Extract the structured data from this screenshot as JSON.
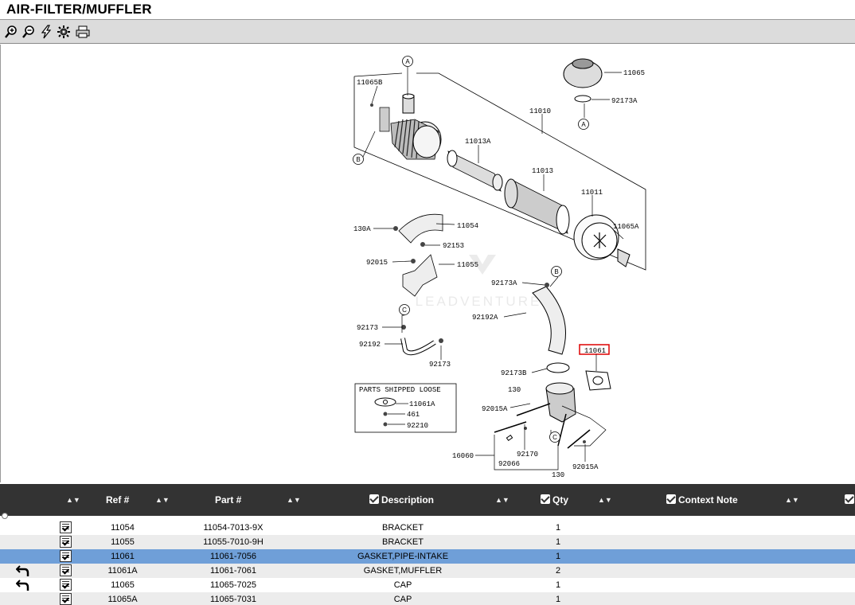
{
  "window": {
    "title": "AIR-FILTER/MUFFLER"
  },
  "toolbar": {
    "buttons": [
      {
        "icon": "zoom-in-icon"
      },
      {
        "icon": "zoom-out-icon"
      },
      {
        "icon": "lightning-icon"
      },
      {
        "icon": "settings-icon"
      },
      {
        "icon": "print-icon"
      }
    ]
  },
  "diagram": {
    "labels": {
      "l11065b": "11065B",
      "l11065": "11065",
      "l92173a_top": "92173A",
      "l11010": "11010",
      "l11013a": "11013A",
      "l11013": "11013",
      "l11011": "11011",
      "l11065a": "11065A",
      "l130a": "130A",
      "l11054": "11054",
      "l92153": "92153",
      "l92015": "92015",
      "l11055": "11055",
      "l92173a_mid": "92173A",
      "l92192a": "92192A",
      "l92173": "92173",
      "l92192": "92192",
      "l92173_b": "92173",
      "l11061": "11061",
      "l92173b": "92173B",
      "l130_top": "130",
      "l92015a": "92015A",
      "l16060": "16060",
      "l92170": "92170",
      "l92066": "92066",
      "l92015a_b": "92015A",
      "l130_bot": "130",
      "loose_title": "PARTS SHIPPED LOOSE",
      "l11061a": "11061A",
      "l461": "461",
      "l92210": "92210",
      "callout_a": "A",
      "callout_b": "B",
      "callout_c": "C",
      "watermark": "LEADVENTURE"
    }
  },
  "grid": {
    "headers": {
      "ref": "Ref #",
      "part": "Part #",
      "description": "Description",
      "qty": "Qty",
      "context_note": "Context Note"
    },
    "rows": [
      {
        "ref": "11054",
        "part": "11054-7013-9X",
        "description": "BRACKET",
        "qty": "1",
        "back": false
      },
      {
        "ref": "11055",
        "part": "11055-7010-9H",
        "description": "BRACKET",
        "qty": "1",
        "back": false
      },
      {
        "ref": "11061",
        "part": "11061-7056",
        "description": "GASKET,PIPE-INTAKE",
        "qty": "1",
        "back": false
      },
      {
        "ref": "11061A",
        "part": "11061-7061",
        "description": "GASKET,MUFFLER",
        "qty": "2",
        "back": true
      },
      {
        "ref": "11065",
        "part": "11065-7025",
        "description": "CAP",
        "qty": "1",
        "back": true
      },
      {
        "ref": "11065A",
        "part": "11065-7031",
        "description": "CAP",
        "qty": "1",
        "back": false
      }
    ],
    "selected_row": 2
  }
}
